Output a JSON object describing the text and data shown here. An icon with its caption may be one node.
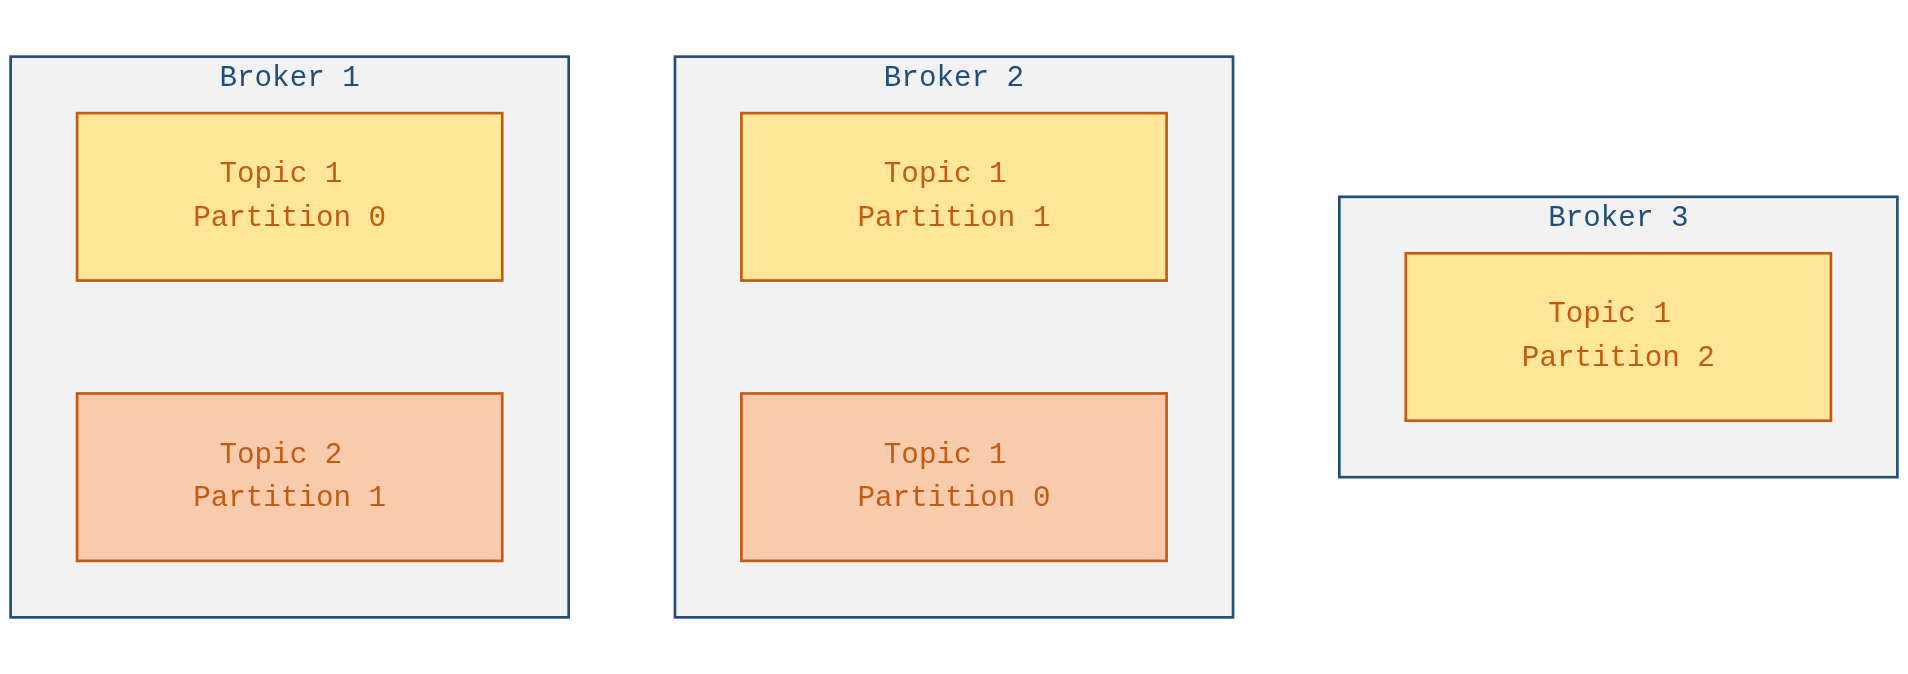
{
  "diagram": {
    "nodes": [
      {
        "text": [
          "Broker 1"
        ]
      },
      {
        "text": [
          "Topic 1 Partition 0"
        ],
        "in": 0
      },
      {
        "text": [
          "Topic 2 Partition 1"
        ],
        "in": 0
      },
      {
        "text": [
          "Broker 2"
        ]
      },
      {
        "text": [
          "Topic 1 Partition 1"
        ],
        "in": 3
      },
      {
        "text": [
          "Topic 1 Partition 0"
        ],
        "in": 3
      },
      {
        "text": [
          "Broker 3"
        ]
      },
      {
        "text": [
          "Topic 1 Partition 2"
        ],
        "in": 6
      }
    ],
    "edges": []
  }
}
